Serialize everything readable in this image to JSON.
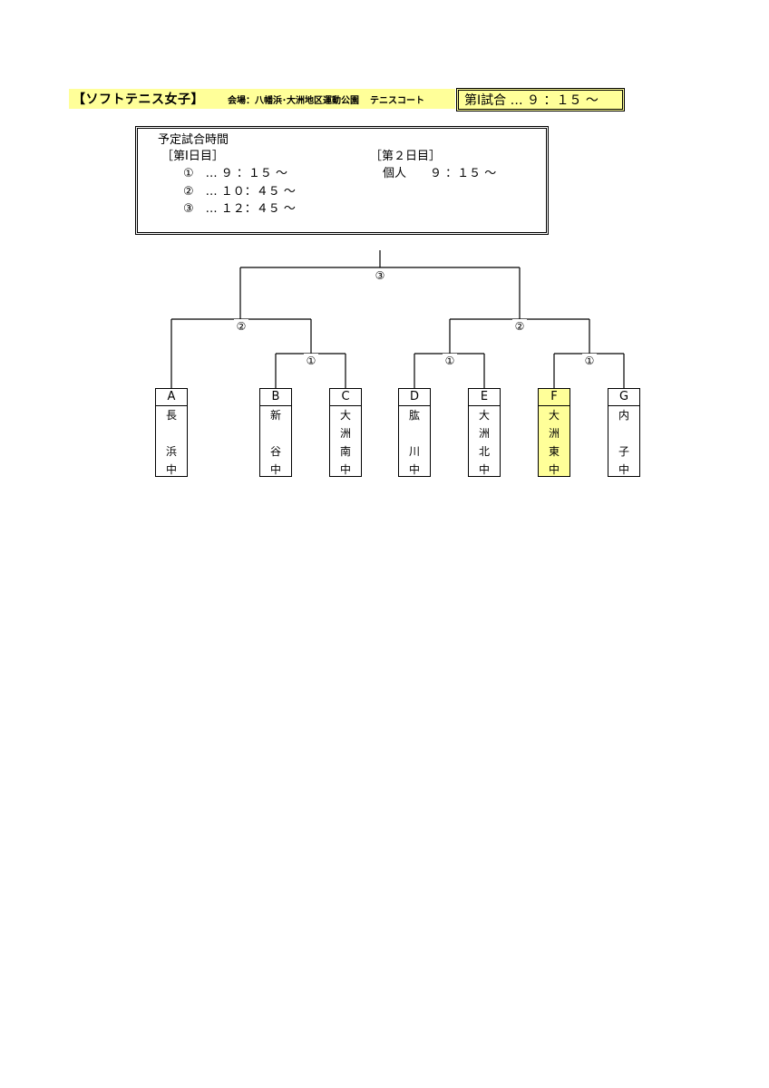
{
  "header": {
    "event": "【ソフトテニス女子】",
    "venue": "会場：八幡浜･大洲地区運動公園",
    "court": "テニスコート",
    "first_match": "第Ⅰ試合 … ９ ：１５ ～"
  },
  "schedule": {
    "title": "予定試合時間",
    "day1_label": "［第Ⅰ日目］",
    "day2_label": "［第２日目］",
    "day1": [
      "①　… ９ ：１５ ～",
      "②　… １０：４５ ～",
      "③　… １２：４５ ～"
    ],
    "day2": [
      "個人　　９ ：１５ ～"
    ]
  },
  "bracket": {
    "final_label": "③",
    "semi_left_label": "②",
    "semi_right_label": "②",
    "r1_bc_label": "①",
    "r1_de_label": "①",
    "r1_fg_label": "①",
    "teams": [
      {
        "letter": "A",
        "name": [
          "長",
          "",
          "浜",
          "中"
        ]
      },
      {
        "letter": "B",
        "name": [
          "新",
          "",
          "谷",
          "中"
        ]
      },
      {
        "letter": "C",
        "name": [
          "大",
          "洲",
          "南",
          "中"
        ]
      },
      {
        "letter": "D",
        "name": [
          "肱",
          "",
          "川",
          "中"
        ]
      },
      {
        "letter": "E",
        "name": [
          "大",
          "洲",
          "北",
          "中"
        ]
      },
      {
        "letter": "F",
        "name": [
          "大",
          "洲",
          "東",
          "中"
        ]
      },
      {
        "letter": "G",
        "name": [
          "内",
          "",
          "子",
          "中"
        ]
      }
    ]
  },
  "colors": {
    "highlight": "#ffff99",
    "line": "#000000"
  }
}
